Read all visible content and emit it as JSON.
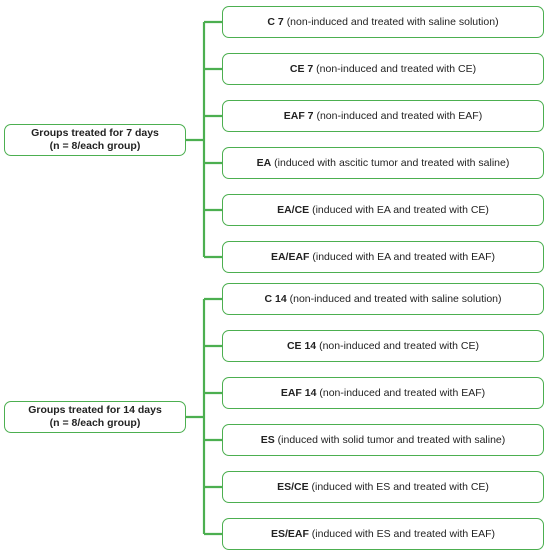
{
  "groups": [
    {
      "title": "Groups treated for 7 days",
      "subtitle": "(n = 8/each group)",
      "items": [
        {
          "code": "C 7",
          "desc": "(non-induced and treated with saline solution)"
        },
        {
          "code": "CE 7",
          "desc": "(non-induced and treated with CE)"
        },
        {
          "code": "EAF 7",
          "desc": "(non-induced and treated with EAF)"
        },
        {
          "code": "EA",
          "desc": "(induced with ascitic tumor and treated with saline)"
        },
        {
          "code": "EA/CE",
          "desc": "(induced with EA and treated with CE)"
        },
        {
          "code": "EA/EAF",
          "desc": "(induced with EA and treated with EAF)"
        }
      ]
    },
    {
      "title": "Groups treated for 14 days",
      "subtitle": "(n = 8/each group)",
      "items": [
        {
          "code": "C 14",
          "desc": "(non-induced and treated with saline solution)"
        },
        {
          "code": "CE 14",
          "desc": "(non-induced and treated with CE)"
        },
        {
          "code": "EAF 14",
          "desc": "(non-induced and treated with EAF)"
        },
        {
          "code": "ES",
          "desc": "(induced with solid tumor and treated with saline)"
        },
        {
          "code": "ES/CE",
          "desc": "(induced with ES and treated with CE)"
        },
        {
          "code": "ES/EAF",
          "desc": "(induced with ES and treated with EAF)"
        }
      ]
    }
  ],
  "colors": {
    "accent": "#4caf50"
  }
}
